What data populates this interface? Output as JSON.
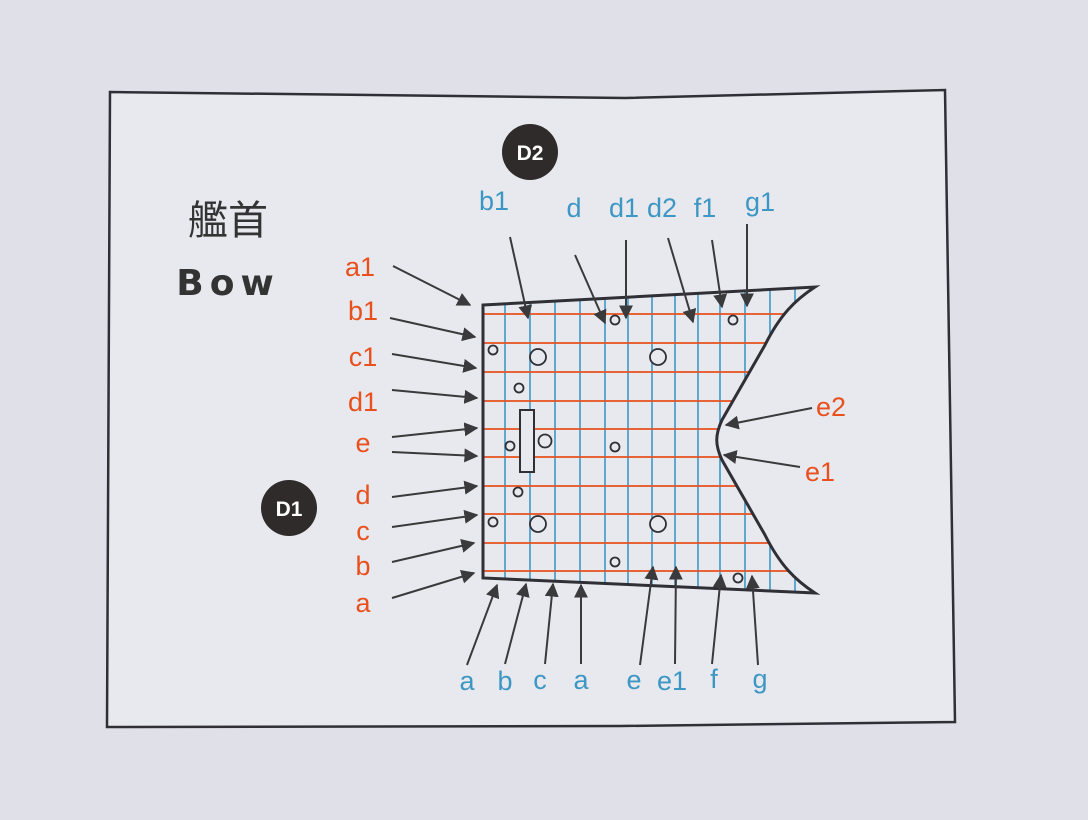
{
  "title": {
    "japanese": "艦首",
    "english": "Bow"
  },
  "badges": {
    "top": "D2",
    "left": "D1"
  },
  "colors": {
    "paper": "#e8e9ee",
    "frame": "#2f2f35",
    "red_lines": "#e8501e",
    "blue_lines": "#3d97c4",
    "arrows": "#3a3a3c",
    "badge": "#2e2b2a"
  },
  "left_labels": [
    "a1",
    "b1",
    "c1",
    "d1",
    "e",
    "d",
    "c",
    "b",
    "a"
  ],
  "right_labels": [
    "e2",
    "e1"
  ],
  "top_labels": [
    "b1",
    "d",
    "d1",
    "d2",
    "f1",
    "g1"
  ],
  "bottom_labels": [
    "a",
    "b",
    "c",
    "a",
    "e",
    "e1",
    "f",
    "g"
  ]
}
